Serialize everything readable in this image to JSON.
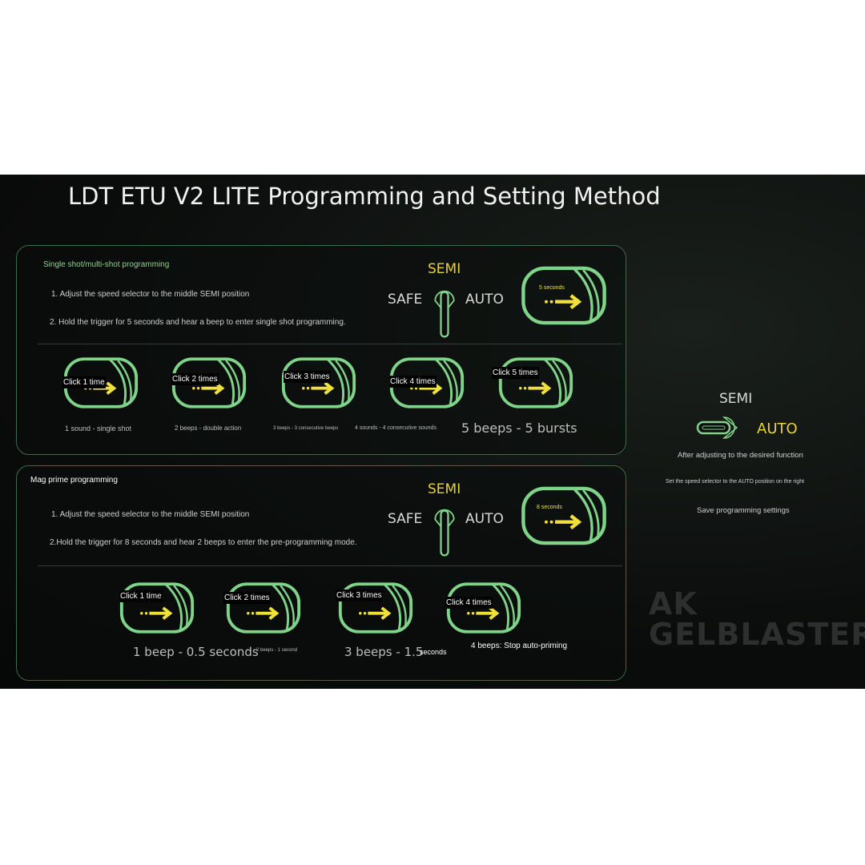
{
  "title": "LDT ETU V2 LITE  Programming and Setting Method",
  "single": {
    "heading": "Single shot/multi-shot programming",
    "step1": "1. Adjust the speed selector to the middle SEMI position",
    "step2": "2. Hold the trigger for 5 seconds and hear a beep to enter single shot programming.",
    "switch": {
      "semi": "SEMI",
      "safe": "SAFE",
      "auto": "AUTO"
    },
    "hold": "5 seconds",
    "items": [
      {
        "click": "Click 1 time",
        "result": "1 sound - single shot"
      },
      {
        "click": "Click 2 times",
        "result": "2 beeps - double action"
      },
      {
        "click": "Click 3 times",
        "result": "3 beeps - 3 consecutive beeps"
      },
      {
        "click": "Click 4 times",
        "result": "4 sounds - 4 consecutive sounds"
      },
      {
        "click": "Click 5 times",
        "result": "5 beeps - 5 bursts"
      }
    ]
  },
  "mag": {
    "heading": "Mag prime programming",
    "step1": "1. Adjust the speed selector to the middle SEMI position",
    "step2": "2.Hold the trigger for 8 seconds and hear 2 beeps to enter the pre-programming mode.",
    "switch": {
      "semi": "SEMI",
      "safe": "SAFE",
      "auto": "AUTO"
    },
    "hold": "8 seconds",
    "items": [
      {
        "click": "Click 1 time",
        "result": "1 beep - 0.5 seconds"
      },
      {
        "click": "Click 2 times",
        "result": "2 beeps - 1 second"
      },
      {
        "click": "Click 3 times",
        "result": "3 beeps - 1.5",
        "result_suffix": "seconds"
      },
      {
        "click": "Click 4 times",
        "result": "4 beeps: Stop auto-priming"
      }
    ]
  },
  "save": {
    "semi": "SEMI",
    "auto": "AUTO",
    "line1": "After adjusting to the desired function",
    "line2": "Set the speed selector to the AUTO position on the right",
    "line3": "Save programming settings"
  },
  "watermark": {
    "line1": "AK",
    "line2": "GELBLASTER"
  }
}
